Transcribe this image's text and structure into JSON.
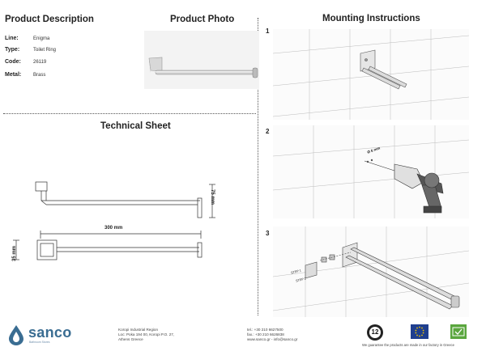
{
  "headers": {
    "description": "Product Description",
    "photo": "Product Photo",
    "mounting": "Mounting Instructions",
    "technical": "Technical Sheet"
  },
  "specs": [
    {
      "label": "Line:",
      "value": "Enigma"
    },
    {
      "label": "Type:",
      "value": "Toilet Ring"
    },
    {
      "label": "Code:",
      "value": "26119"
    },
    {
      "label": "Metal:",
      "value": "Brass"
    }
  ],
  "technical": {
    "height_label": "75 mm",
    "width_label": "300 mm",
    "depth_label": "35 mm"
  },
  "mounting": {
    "steps": [
      "1",
      "2",
      "3"
    ],
    "drill_label": "Ø 6 mm",
    "screw_labels": [
      "STEP 1",
      "STEP 2"
    ]
  },
  "footer": {
    "brand": "sanco",
    "tagline": "Bathroom Stores",
    "address": [
      "Koropi Industrial Region",
      "Loc: Poka 194 00, Koropi P.O. 27,",
      "Athens Greece"
    ],
    "contact": [
      "tel.: +30 210 6627500",
      "fax.: +30 210 6626838",
      "www.sanco.gr - info@sanco.gr"
    ],
    "badge_years": "12",
    "guarantee": "We guarantee the products are made in our factory in Greece"
  },
  "colors": {
    "brand": "#3a6d92",
    "eu_flag": "#1f3f8f",
    "green_badge": "#5aa63e"
  }
}
